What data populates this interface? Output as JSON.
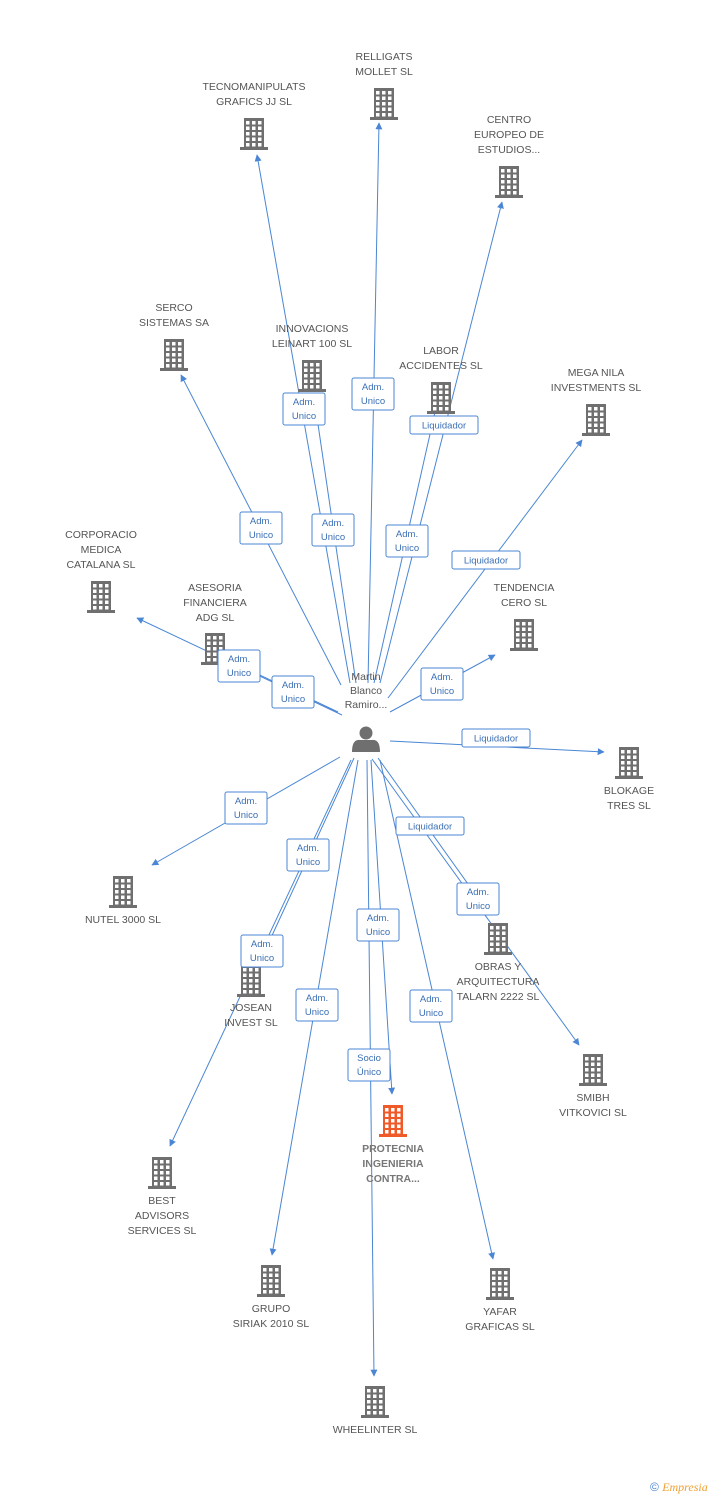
{
  "colors": {
    "edge": "#4a86d4",
    "edge_label_text": "#3a6fb5",
    "building": "#6f6f6f",
    "building_highlight": "#f05a28",
    "person": "#6f6f6f",
    "label": "#555555"
  },
  "center": {
    "name_lines": [
      "Martin",
      "Blanco",
      "Ramiro..."
    ],
    "icon": "person-icon"
  },
  "companies": [
    {
      "id": "relligats",
      "lines": [
        "RELLIGATS",
        "MOLLET SL"
      ]
    },
    {
      "id": "tecnomanipulats",
      "lines": [
        "TECNOMANIPULATS",
        "GRAFICS JJ SL"
      ]
    },
    {
      "id": "centro",
      "lines": [
        "CENTRO",
        "EUROPEO DE",
        "ESTUDIOS..."
      ]
    },
    {
      "id": "serco",
      "lines": [
        "SERCO",
        "SISTEMAS SA"
      ]
    },
    {
      "id": "innovacions",
      "lines": [
        "INNOVACIONS",
        "LEINART 100 SL"
      ]
    },
    {
      "id": "labor",
      "lines": [
        "LABOR",
        "ACCIDENTES SL"
      ]
    },
    {
      "id": "meganila",
      "lines": [
        "MEGA NILA",
        "INVESTMENTS SL"
      ]
    },
    {
      "id": "corporacio",
      "lines": [
        "CORPORACIO",
        "MEDICA",
        "CATALANA SL"
      ]
    },
    {
      "id": "asesoria",
      "lines": [
        "ASESORIA",
        "FINANCIERA",
        "ADG SL"
      ]
    },
    {
      "id": "tendencia",
      "lines": [
        "TENDENCIA",
        "CERO SL"
      ]
    },
    {
      "id": "blokage",
      "lines": [
        "BLOKAGE",
        "TRES SL"
      ]
    },
    {
      "id": "nutel",
      "lines": [
        "NUTEL 3000 SL"
      ]
    },
    {
      "id": "obras",
      "lines": [
        "OBRAS Y",
        "ARQUITECTURA",
        "TALARN 2222 SL"
      ]
    },
    {
      "id": "josean",
      "lines": [
        "JOSEAN",
        "INVEST SL"
      ]
    },
    {
      "id": "smibh",
      "lines": [
        "SMIBH",
        "VITKOVICI SL"
      ]
    },
    {
      "id": "protecnia",
      "lines": [
        "PROTECNIA",
        "INGENIERIA",
        "CONTRA..."
      ],
      "highlight": true
    },
    {
      "id": "best",
      "lines": [
        "BEST",
        "ADVISORS",
        "SERVICES SL"
      ]
    },
    {
      "id": "grupo",
      "lines": [
        "GRUPO",
        "SIRIAK 2010 SL"
      ]
    },
    {
      "id": "yafar",
      "lines": [
        "YAFAR",
        "GRAFICAS  SL"
      ]
    },
    {
      "id": "wheelinter",
      "lines": [
        "WHEELINTER SL"
      ]
    }
  ],
  "edges": [
    {
      "to": "relligats",
      "label": [
        "Adm.",
        "Unico"
      ]
    },
    {
      "to": "tecnomanipulats",
      "label": [
        "Adm.",
        "Unico"
      ]
    },
    {
      "to": "innovacions",
      "label": [
        "Adm.",
        "Unico"
      ]
    },
    {
      "to": "labor",
      "label": [
        "Liquidador"
      ]
    },
    {
      "to": "centro",
      "label": [
        "Adm.",
        "Unico"
      ]
    },
    {
      "to": "serco",
      "label": [
        "Adm.",
        "Unico"
      ]
    },
    {
      "to": "meganila",
      "label": [
        "Liquidador"
      ]
    },
    {
      "to": "corporacio",
      "label": [
        "Adm.",
        "Unico"
      ]
    },
    {
      "to": "asesoria",
      "label": [
        "Adm.",
        "Unico"
      ]
    },
    {
      "to": "tendencia",
      "label": [
        "Adm.",
        "Unico"
      ]
    },
    {
      "to": "blokage",
      "label": [
        "Liquidador"
      ]
    },
    {
      "to": "nutel",
      "label": [
        "Adm.",
        "Unico"
      ]
    },
    {
      "to": "obras",
      "label": [
        "Liquidador"
      ]
    },
    {
      "to": "smibh",
      "label": [
        "Adm.",
        "Unico"
      ]
    },
    {
      "to": "josean",
      "label": [
        "Adm.",
        "Unico"
      ]
    },
    {
      "to": "best",
      "label": [
        "Adm.",
        "Unico"
      ]
    },
    {
      "to": "protecnia",
      "label": [
        "Adm.",
        "Unico"
      ]
    },
    {
      "to": "wheelinter",
      "label": [
        "Socio",
        "Único"
      ]
    },
    {
      "to": "grupo",
      "label": [
        "Adm.",
        "Unico"
      ]
    },
    {
      "to": "yafar",
      "label": [
        "Adm.",
        "Unico"
      ]
    }
  ],
  "footer": {
    "symbol": "©",
    "brand": "Empresia"
  }
}
